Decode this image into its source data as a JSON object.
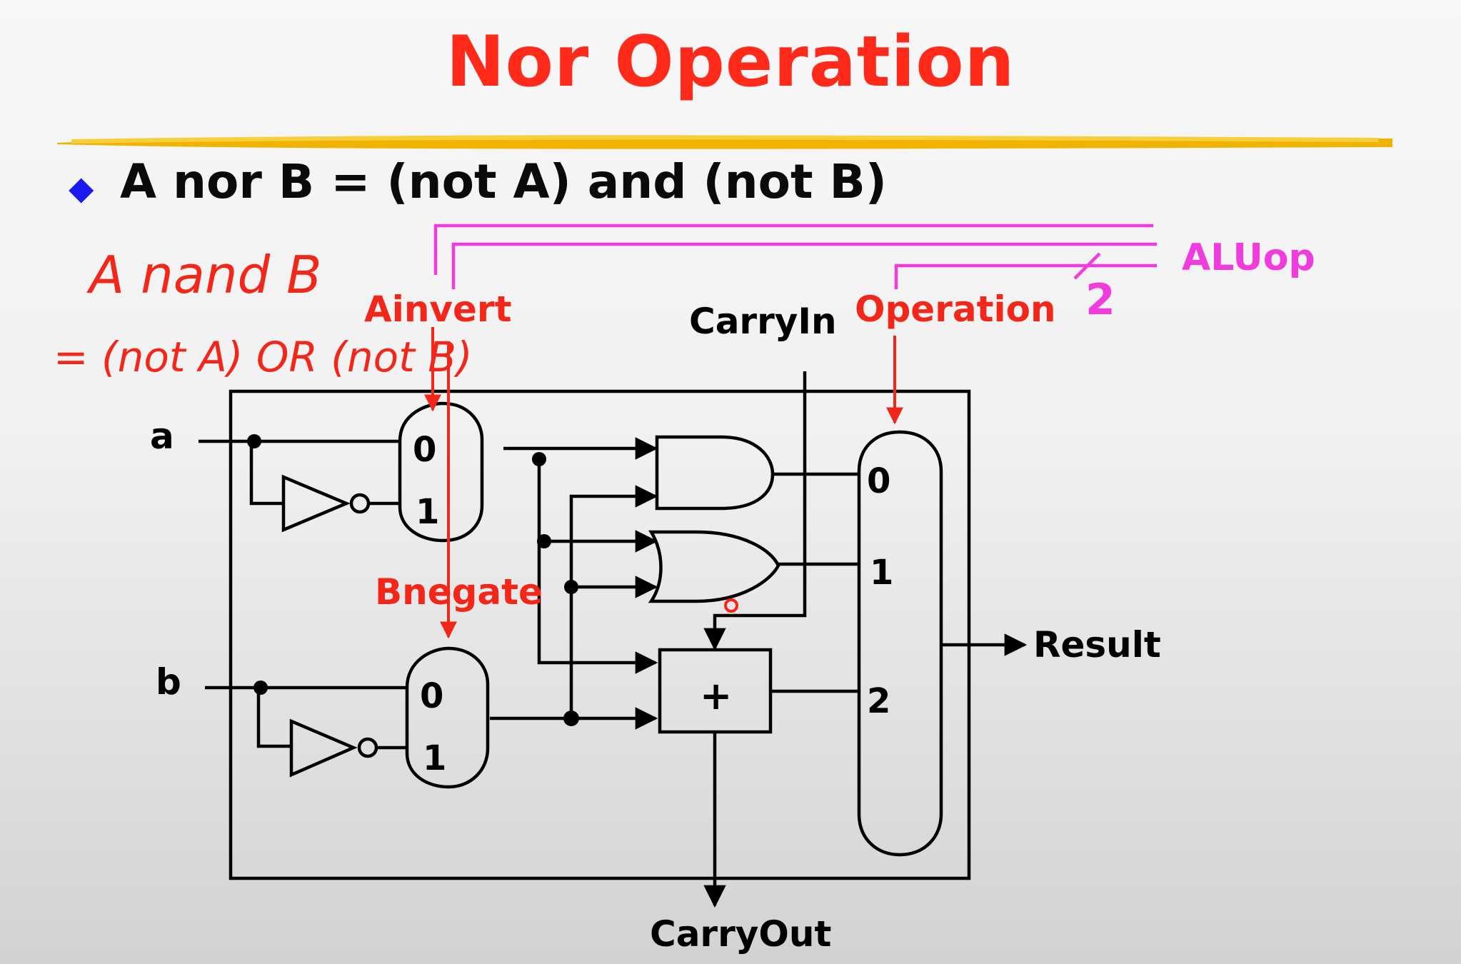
{
  "title": "Nor Operation",
  "bullet": {
    "text": "A nor B = (not A) and (not B)"
  },
  "handwriting": {
    "line1": "A nand B",
    "line2": "= (not A) OR (not B)"
  },
  "signals": {
    "ainvert": "Ainvert",
    "bnegate": "Bnegate",
    "carry_in": "CarryIn",
    "operation": "Operation",
    "aluop": "ALUop",
    "aluop_width": "2",
    "input_a": "a",
    "input_b": "b",
    "result": "Result",
    "carry_out": "CarryOut"
  },
  "mux_a": {
    "in0": "0",
    "in1": "1"
  },
  "mux_b": {
    "in0": "0",
    "in1": "1"
  },
  "result_mux": {
    "in0": "0",
    "in1": "1",
    "in2": "2"
  },
  "adder_symbol": "+",
  "colors": {
    "title": "#ff2a1a",
    "annotation_red": "#f3261a",
    "aluop_magenta": "#f03cdc",
    "bullet_blue": "#1a1af0",
    "underline_gold": "#f0b400"
  }
}
